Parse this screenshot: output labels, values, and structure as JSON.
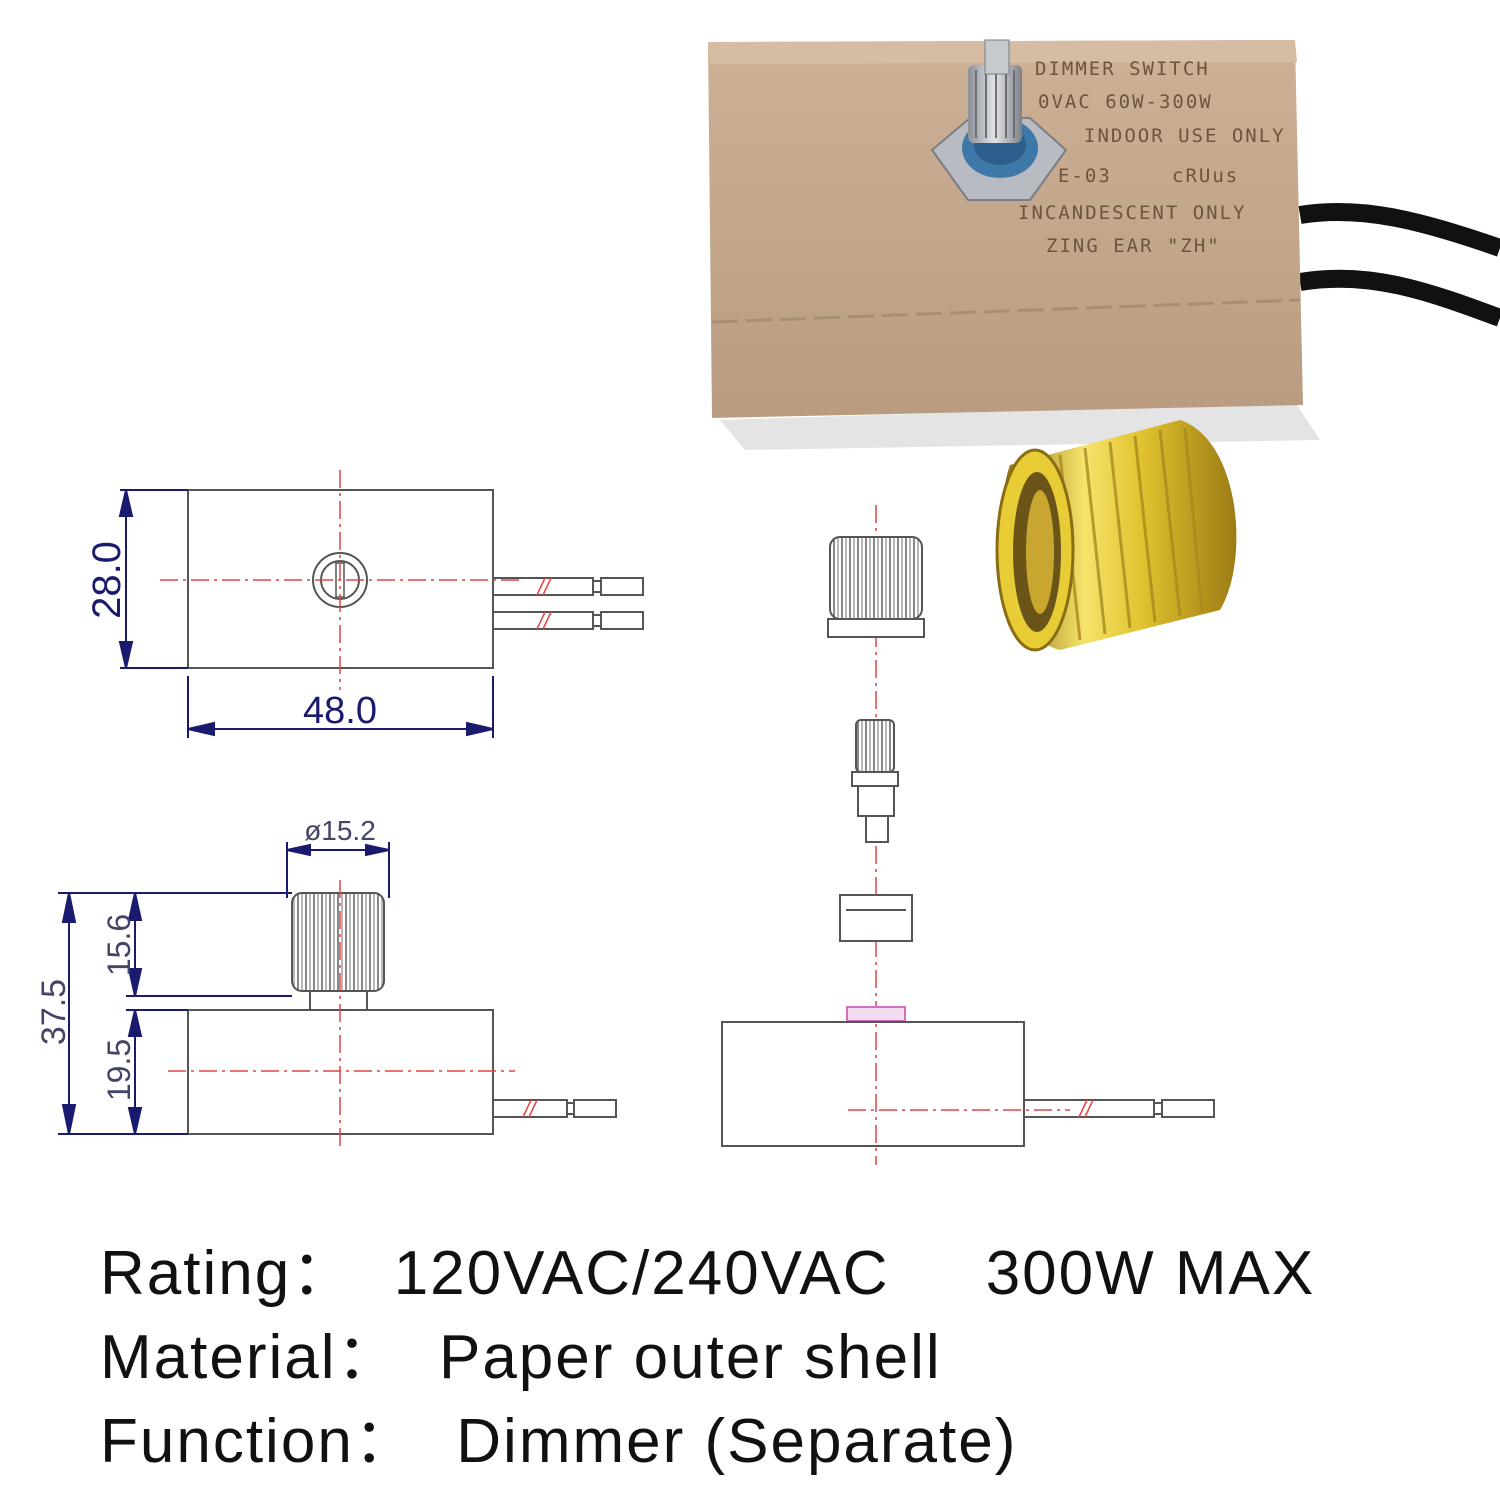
{
  "photo": {
    "box_label_lines": [
      "DIMMER SWITCH",
      "0VAC 60W-300W",
      "INDOOR USE ONLY",
      "E-03",
      "cRUus",
      "INCANDESCENT ONLY",
      "ZING EAR \"ZH\""
    ],
    "colors": {
      "box": "#c8ab8e",
      "knob": "#d8b52a",
      "cable": "#111111"
    }
  },
  "drawing": {
    "dimensions": {
      "height": "28.0",
      "width": "48.0",
      "diameter": "ø15.2",
      "total_height": "37.5",
      "knob_height": "15.6",
      "body_height": "19.5"
    },
    "colors": {
      "line": "#444444",
      "center": "#e24545",
      "dimension": "#1a1a6e",
      "accent": "#d070c0"
    }
  },
  "specs": [
    {
      "label": "Rating：",
      "value": "120VAC/240VAC     300W MAX"
    },
    {
      "label": "Material：",
      "value": "Paper outer shell"
    },
    {
      "label": "Function：",
      "value": "Dimmer (Separate)"
    }
  ]
}
